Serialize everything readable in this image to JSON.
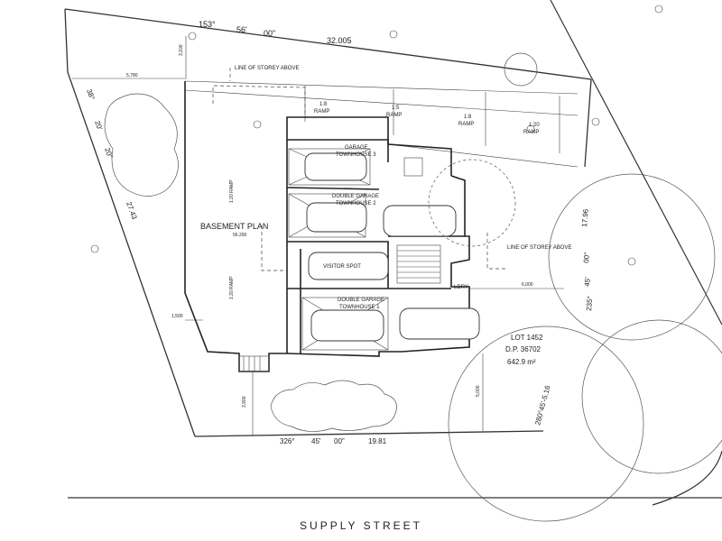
{
  "title": "BASEMENT PLAN",
  "level": "56.200",
  "street": "SUPPLY   STREET",
  "labels": {
    "line_of_storey_above": "LINE OF STOREY ABOVE",
    "line_of_storey_above_2": "LINE OF STOREY ABOVE",
    "garage_townhouse_3_a": "GARAGE",
    "garage_townhouse_3_b": "TOWNHOUSE 3",
    "double_garage_2_a": "DOUBLE GARAGE",
    "double_garage_2_b": "TOWNHOUSE 2",
    "visitor_spot": "VISITOR SPOT",
    "double_garage_1_a": "DOUBLE GARAGE",
    "double_garage_1_b": "TOWNHOUSE 1",
    "ldry": "LDRY",
    "ramp_1_ratio": "1:8",
    "ramp_1_label": "RAMP",
    "ramp_2_ratio": "1:5",
    "ramp_2_label": "RAMP",
    "ramp_3_ratio": "1:8",
    "ramp_3_label": "RAMP",
    "ramp_4_ratio": "1:20",
    "ramp_4_label": "RAMP",
    "ramp_v1": "1:20 RAMP",
    "ramp_v2": "1:20 RAMP"
  },
  "lot": {
    "lot_no": "LOT 1452",
    "dp": "D.P. 36702",
    "area": "642.9 m²"
  },
  "boundaries": {
    "top_bearing_deg": "153°",
    "top_bearing_min": "56'",
    "top_bearing_sec": "00\"",
    "top_length": "32.005",
    "left_a": "38°",
    "left_b": "20'",
    "left_c": "20\"",
    "left_length": "27.43",
    "bottom_deg": "326°",
    "bottom_min": "45'",
    "bottom_sec": "00\"",
    "bottom_length": "19.81",
    "right_deg": "235°",
    "right_min": "45'",
    "right_sec": "00\"",
    "right_length": "17.96",
    "corner": "280°45'-5.16"
  },
  "dimensions": {
    "d_5780": "5,780",
    "d_3100": "3,100",
    "d_1500": "1,500",
    "d_3900": "3,900",
    "d_6000": "6,000",
    "d_5000": "5,000"
  },
  "colors": {
    "line": "#333333",
    "background": "#ffffff"
  }
}
